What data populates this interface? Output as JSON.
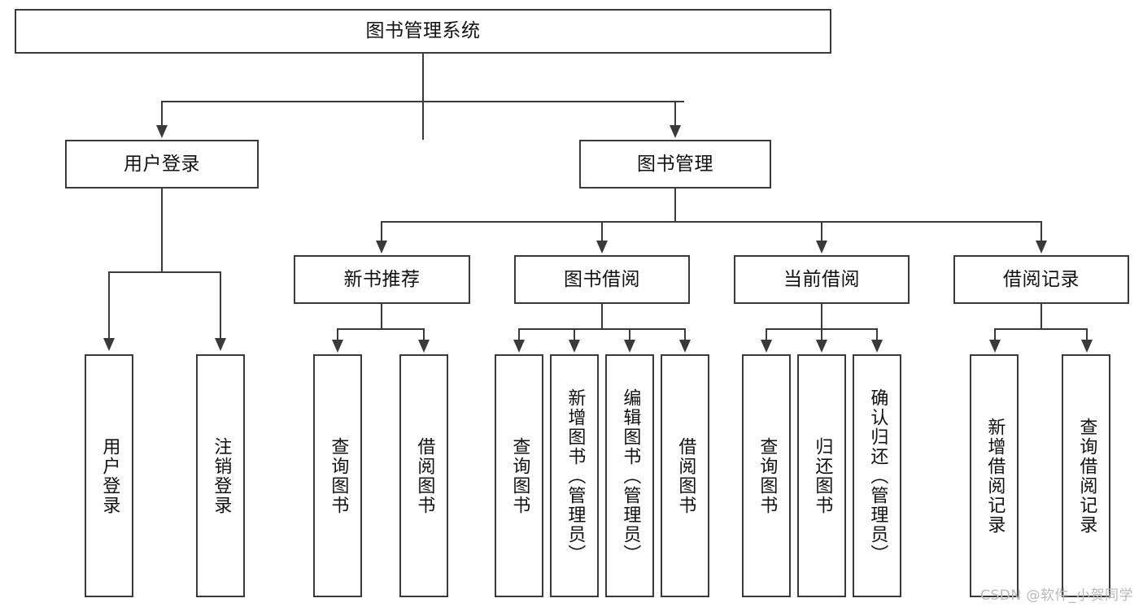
{
  "diagram": {
    "title": "图书管理系统",
    "type": "tree-hierarchy",
    "watermark": "CSDN @软件_小贺同学",
    "colors": {
      "background": "#ffffff",
      "box_border": "#3a3a3a",
      "box_fill": "#ffffff",
      "text": "#111111",
      "connector": "#3a3a3a",
      "watermark": "#b9b9b9"
    }
  },
  "nodes": {
    "root": {
      "label": "图书管理系统"
    },
    "level2": [
      {
        "label": "用户登录"
      },
      {
        "label": "图书管理"
      }
    ],
    "level3": [
      {
        "label": "新书推荐"
      },
      {
        "label": "图书借阅"
      },
      {
        "label": "当前借阅"
      },
      {
        "label": "借阅记录"
      }
    ],
    "leaves": {
      "user_login": [
        {
          "label": "用户登录"
        },
        {
          "label": "注销登录"
        }
      ],
      "new_book_recommend": [
        {
          "label": "查询图书"
        },
        {
          "label": "借阅图书"
        }
      ],
      "book_borrow": [
        {
          "label": "查询图书"
        },
        {
          "label": "新增图书（管理员）"
        },
        {
          "label": "编辑图书（管理员）"
        },
        {
          "label": "借阅图书"
        }
      ],
      "current_borrow": [
        {
          "label": "查询图书"
        },
        {
          "label": "归还图书"
        },
        {
          "label": "确认归还（管理员）"
        }
      ],
      "borrow_record": [
        {
          "label": "新增借阅记录"
        },
        {
          "label": "查询借阅记录"
        }
      ]
    }
  }
}
